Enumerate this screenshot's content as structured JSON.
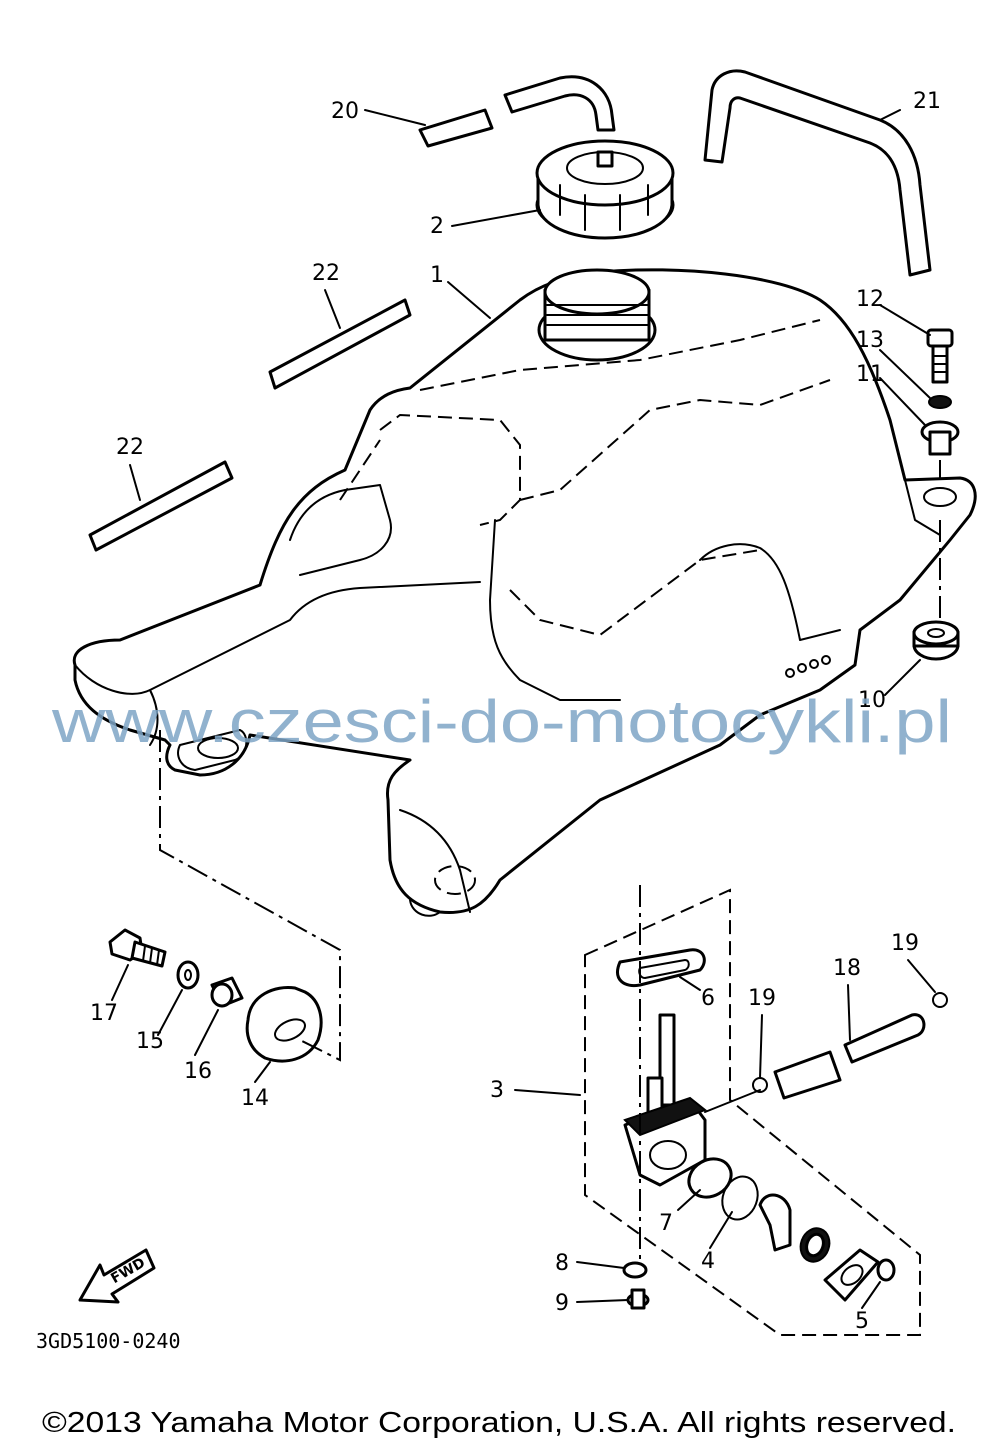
{
  "diagram": {
    "callouts": [
      {
        "id": "1",
        "label": "1"
      },
      {
        "id": "2",
        "label": "2"
      },
      {
        "id": "3",
        "label": "3"
      },
      {
        "id": "4",
        "label": "4"
      },
      {
        "id": "5",
        "label": "5"
      },
      {
        "id": "6",
        "label": "6"
      },
      {
        "id": "7",
        "label": "7"
      },
      {
        "id": "8",
        "label": "8"
      },
      {
        "id": "9",
        "label": "9"
      },
      {
        "id": "10",
        "label": "10"
      },
      {
        "id": "11",
        "label": "11"
      },
      {
        "id": "12",
        "label": "12"
      },
      {
        "id": "13",
        "label": "13"
      },
      {
        "id": "14",
        "label": "14"
      },
      {
        "id": "15",
        "label": "15"
      },
      {
        "id": "16",
        "label": "16"
      },
      {
        "id": "17",
        "label": "17"
      },
      {
        "id": "18",
        "label": "18"
      },
      {
        "id": "19a",
        "label": "19"
      },
      {
        "id": "19b",
        "label": "19"
      },
      {
        "id": "20",
        "label": "20"
      },
      {
        "id": "21",
        "label": "21"
      },
      {
        "id": "22a",
        "label": "22"
      },
      {
        "id": "22b",
        "label": "22"
      }
    ],
    "fwd_label": "FWD",
    "diagram_code": "3GD5100-0240",
    "watermark": "www.czesci-do-motocykli.pl",
    "copyright": "©2013 Yamaha Motor Corporation, U.S.A. All rights reserved."
  }
}
